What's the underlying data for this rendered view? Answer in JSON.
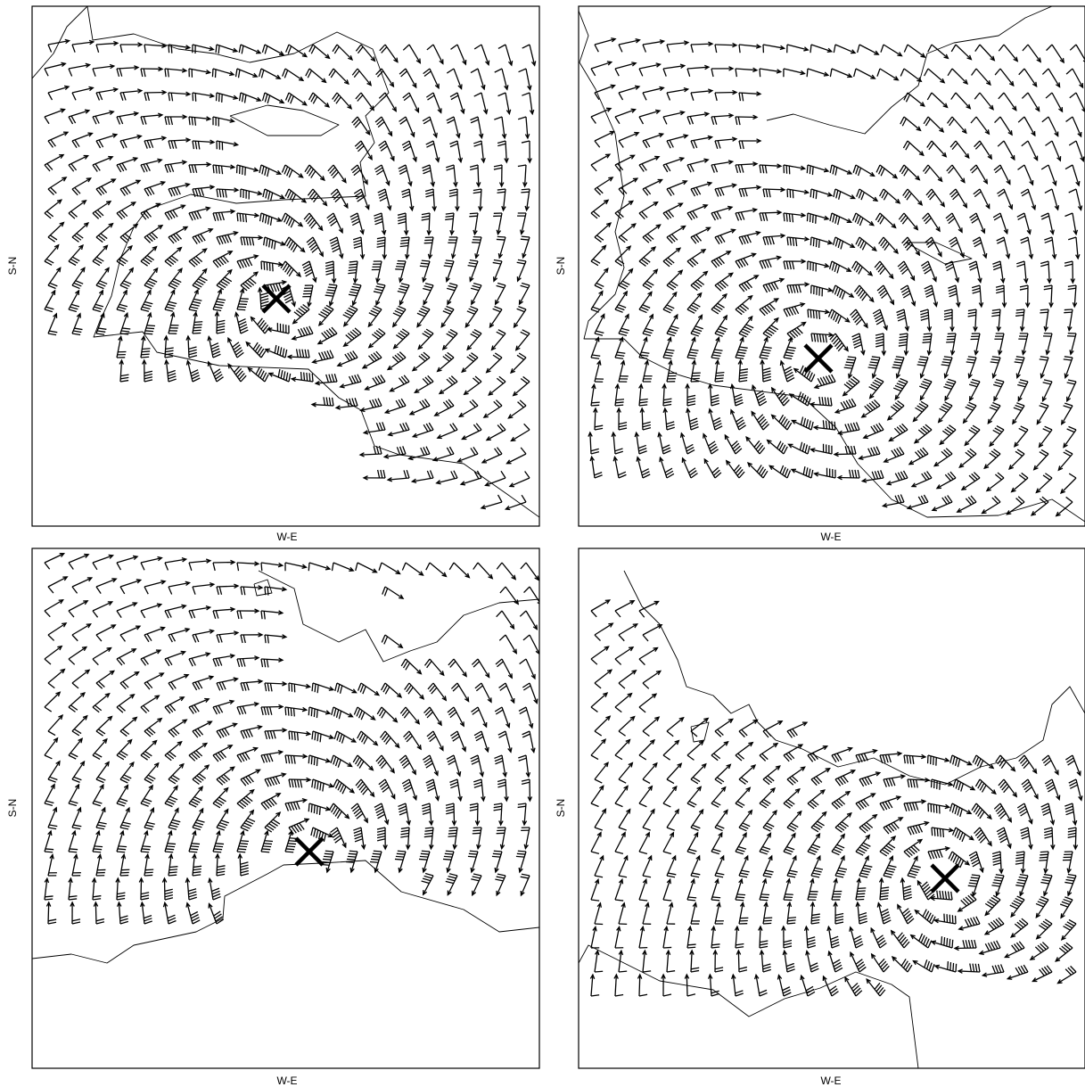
{
  "chart_data": [
    {
      "type": "wind-barb-map",
      "panel": "top-left",
      "xlabel": "W-E",
      "ylabel": "S-N",
      "grid": false,
      "center_marker": "X",
      "flow": "cyclonic"
    },
    {
      "type": "wind-barb-map",
      "panel": "top-right",
      "xlabel": "W-E",
      "ylabel": "S-N",
      "grid": false,
      "center_marker": "X",
      "flow": "cyclonic"
    },
    {
      "type": "wind-barb-map",
      "panel": "bottom-left",
      "xlabel": "W-E",
      "ylabel": "S-N",
      "grid": false,
      "center_marker": "X",
      "flow": "cyclonic"
    },
    {
      "type": "wind-barb-map",
      "panel": "bottom-right",
      "xlabel": "W-E",
      "ylabel": "S-N",
      "grid": false,
      "center_marker": "X",
      "flow": "cyclonic"
    }
  ]
}
